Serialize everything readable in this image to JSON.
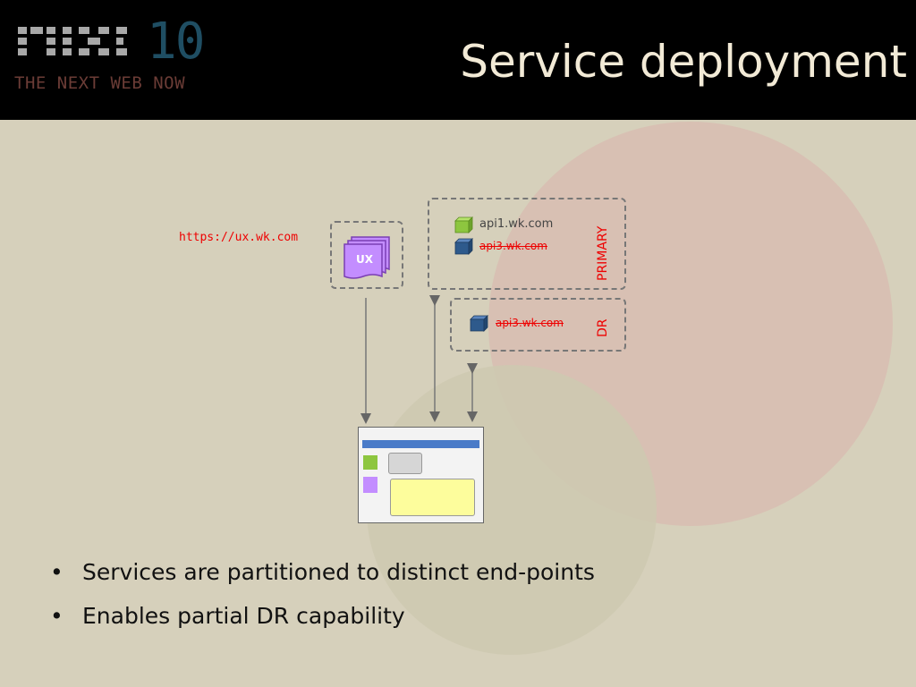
{
  "header": {
    "logo_number": "10",
    "tagline": "THE NEXT WEB NOW",
    "title": "Service deployment"
  },
  "diagram": {
    "ux_url": "https://ux.wk.com",
    "ux_label": "UX",
    "primary": {
      "label": "PRIMARY",
      "api1": "api1.wk.com",
      "api3": "api3.wk.com"
    },
    "dr": {
      "label": "DR",
      "api3": "api3.wk.com"
    },
    "colors": {
      "green": "#8dc63f",
      "blue": "#2e5a8c",
      "purple": "#c38dff",
      "yellow": "#fdfd9c"
    }
  },
  "bullets": [
    "Services are partitioned to distinct end-points",
    "Enables partial DR capability"
  ]
}
